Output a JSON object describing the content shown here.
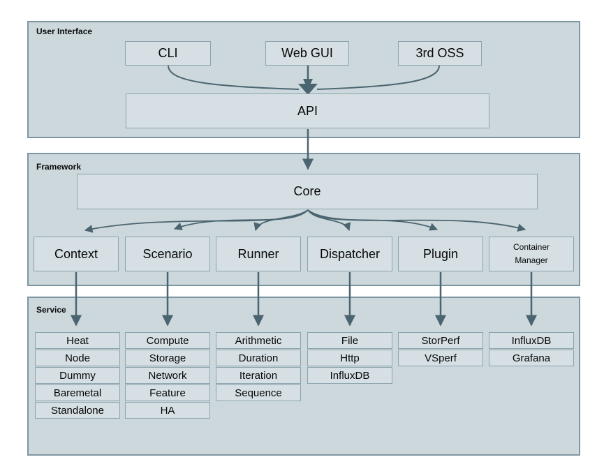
{
  "colors": {
    "section_bg": "#ccd8dc",
    "section_border": "#7e96a1",
    "box_bg": "#d6e0e4",
    "box_border": "#8ba3ad",
    "arrow": "#4b6570",
    "text": "#0b0b0b"
  },
  "diagram": {
    "user_interface": {
      "label": "User Interface",
      "cli": "CLI",
      "web_gui": "Web GUI",
      "third_oss": "3rd OSS",
      "api": "API"
    },
    "framework": {
      "label": "Framework",
      "core": "Core",
      "modules": [
        "Context",
        "Scenario",
        "Runner",
        "Dispatcher",
        "Plugin"
      ],
      "container_manager": {
        "line1": "Container",
        "line2": "Manager"
      }
    },
    "service": {
      "label": "Service",
      "columns": [
        {
          "under": "Context",
          "items": [
            "Heat",
            "Node",
            "Dummy",
            "Baremetal",
            "Standalone"
          ]
        },
        {
          "under": "Scenario",
          "items": [
            "Compute",
            "Storage",
            "Network",
            "Feature",
            "HA"
          ]
        },
        {
          "under": "Runner",
          "items": [
            "Arithmetic",
            "Duration",
            "Iteration",
            "Sequence"
          ]
        },
        {
          "under": "Dispatcher",
          "items": [
            "File",
            "Http",
            "InfluxDB"
          ]
        },
        {
          "under": "Plugin",
          "items": [
            "StorPerf",
            "VSperf"
          ]
        },
        {
          "under": "Container Manager",
          "items": [
            "InfluxDB",
            "Grafana"
          ]
        }
      ]
    },
    "edges": [
      {
        "from": "CLI",
        "to": "API"
      },
      {
        "from": "Web GUI",
        "to": "API"
      },
      {
        "from": "3rd OSS",
        "to": "API"
      },
      {
        "from": "API",
        "to": "Core"
      },
      {
        "from": "Core",
        "to": "Context"
      },
      {
        "from": "Core",
        "to": "Scenario"
      },
      {
        "from": "Core",
        "to": "Runner"
      },
      {
        "from": "Core",
        "to": "Dispatcher"
      },
      {
        "from": "Core",
        "to": "Plugin"
      },
      {
        "from": "Core",
        "to": "Container Manager"
      },
      {
        "from": "Context",
        "to": "Context services"
      },
      {
        "from": "Scenario",
        "to": "Scenario services"
      },
      {
        "from": "Runner",
        "to": "Runner services"
      },
      {
        "from": "Dispatcher",
        "to": "Dispatcher services"
      },
      {
        "from": "Plugin",
        "to": "Plugin services"
      },
      {
        "from": "Container Manager",
        "to": "Container Manager services"
      }
    ]
  }
}
